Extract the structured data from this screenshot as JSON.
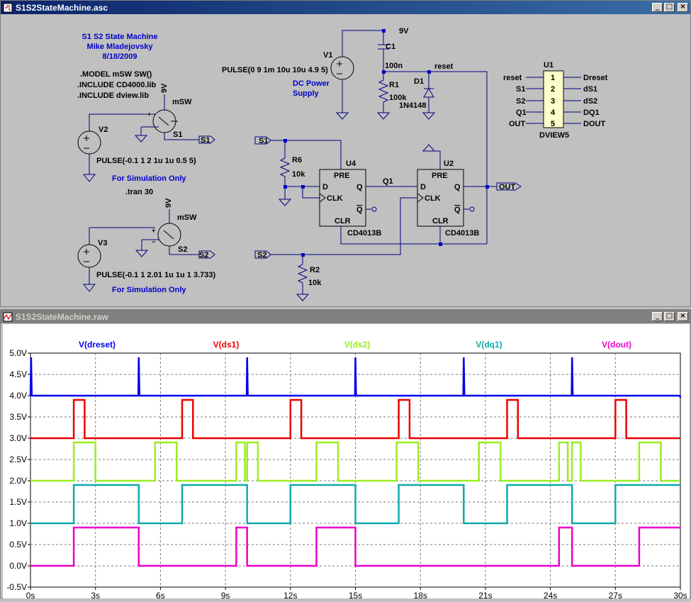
{
  "schematic_window": {
    "title": "S1S2StateMachine.asc",
    "buttons": {
      "minimize": "_",
      "maximize": "□",
      "close": "×"
    }
  },
  "waveform_window": {
    "title": "S1S2StateMachine.raw",
    "buttons": {
      "minimize": "_",
      "maximize": "□",
      "close": "×"
    }
  },
  "schematic": {
    "header": [
      "S1 S2 State Machine",
      "Mike Mladejovsky",
      "8/18/2009"
    ],
    "directives": [
      ".MODEL mSW SW()",
      ".INCLUDE CD4000.lib",
      ".INCLUDE dview.lib"
    ],
    "tran": ".tran 30",
    "sw1": {
      "supply": "9V",
      "model": "mSW",
      "name": "S1",
      "plus": "+",
      "minus": "−",
      "source": "V2",
      "pulse": "PULSE(-0.1 1 2 1u 1u 0.5 5)",
      "note": "For Simulation Only",
      "net": "S1"
    },
    "sw2": {
      "supply": "9V",
      "model": "mSW",
      "name": "S2",
      "plus": "+",
      "minus": "−",
      "source": "V3",
      "pulse": "PULSE(-0.1 1 2.01 1u 1u 1 3.733)",
      "note": "For Simulation Only",
      "net": "S2"
    },
    "v1": {
      "name": "V1",
      "pulse": "PULSE(0 9 1m 10u 10u 4.9 5)",
      "note1": "DC Power",
      "note2": "Supply",
      "rail": "9V"
    },
    "c1": {
      "name": "C1",
      "value": "100n"
    },
    "r1": {
      "name": "R1",
      "value": "100k"
    },
    "d1": {
      "name": "D1",
      "value": "1N4148"
    },
    "reset_net": "reset",
    "r6": {
      "name": "R6",
      "value": "10k"
    },
    "r2": {
      "name": "R2",
      "value": "10k"
    },
    "u4": {
      "name": "U4",
      "part": "CD4013B",
      "pre": "PRE",
      "clr": "CLR",
      "d": "D",
      "clk": "CLK",
      "q": "Q",
      "qbar": "Q"
    },
    "u2": {
      "name": "U2",
      "part": "CD4013B",
      "pre": "PRE",
      "clr": "CLR",
      "d": "D",
      "clk": "CLK",
      "q": "Q",
      "qbar": "Q"
    },
    "q1_net": "Q1",
    "out_net": "OUT",
    "s1_label": "S1",
    "s2_label": "S2",
    "u1": {
      "name": "U1",
      "part": "DVIEW5",
      "inputs": [
        "reset",
        "S1",
        "S2",
        "Q1",
        "OUT"
      ],
      "pins": [
        "1",
        "2",
        "3",
        "4",
        "5"
      ],
      "outputs": [
        "Dreset",
        "dS1",
        "dS2",
        "DQ1",
        "DOUT"
      ]
    }
  },
  "chart_data": {
    "type": "line",
    "xlim": [
      0,
      30
    ],
    "ylim": [
      -0.5,
      5.0
    ],
    "xticks": [
      0,
      3,
      6,
      9,
      12,
      15,
      18,
      21,
      24,
      27,
      30
    ],
    "xtick_labels": [
      "0s",
      "3s",
      "6s",
      "9s",
      "12s",
      "15s",
      "18s",
      "21s",
      "24s",
      "27s",
      "30s"
    ],
    "yticks": [
      -0.5,
      0.0,
      0.5,
      1.0,
      1.5,
      2.0,
      2.5,
      3.0,
      3.5,
      4.0,
      4.5,
      5.0
    ],
    "ytick_labels": [
      "-0.5V",
      "0.0V",
      "0.5V",
      "1.0V",
      "1.5V",
      "2.0V",
      "2.5V",
      "3.0V",
      "3.5V",
      "4.0V",
      "4.5V",
      "5.0V"
    ],
    "grid": true,
    "series": [
      {
        "name": "V(dreset)",
        "color": "#0000ee",
        "x": [
          0,
          0.03,
          0.06,
          4.98,
          5.0,
          5.03,
          9.98,
          10.0,
          10.03,
          14.98,
          15.0,
          15.03,
          19.98,
          20.0,
          20.03,
          24.98,
          25.0,
          25.03,
          29.98,
          30.0
        ],
        "y": [
          4.0,
          4.9,
          4.0,
          4.0,
          4.9,
          4.0,
          4.0,
          4.9,
          4.0,
          4.0,
          4.9,
          4.0,
          4.0,
          4.9,
          4.0,
          4.0,
          4.9,
          4.0,
          4.0,
          3.95
        ]
      },
      {
        "name": "V(ds1)",
        "color": "#ee0000",
        "x": [
          0,
          2.0,
          2.0,
          2.5,
          2.5,
          7.0,
          7.0,
          7.5,
          7.5,
          12.0,
          12.0,
          12.5,
          12.5,
          17.0,
          17.0,
          17.5,
          17.5,
          22.0,
          22.0,
          22.5,
          22.5,
          27.0,
          27.0,
          27.5,
          27.5,
          30.0
        ],
        "y": [
          3.0,
          3.0,
          3.9,
          3.9,
          3.0,
          3.0,
          3.9,
          3.9,
          3.0,
          3.0,
          3.9,
          3.9,
          3.0,
          3.0,
          3.9,
          3.9,
          3.0,
          3.0,
          3.9,
          3.9,
          3.0,
          3.0,
          3.9,
          3.9,
          3.0,
          3.0
        ]
      },
      {
        "name": "V(ds2)",
        "color": "#99ee22",
        "x": [
          0,
          2.0,
          2.0,
          3.0,
          3.0,
          5.75,
          5.75,
          6.75,
          6.75,
          9.5,
          9.5,
          9.9,
          9.9,
          10.0,
          10.0,
          10.5,
          10.5,
          13.2,
          13.2,
          14.2,
          14.2,
          16.9,
          16.9,
          17.9,
          17.9,
          20.7,
          20.7,
          21.7,
          21.7,
          24.4,
          24.4,
          24.8,
          24.8,
          25.0,
          25.0,
          25.4,
          25.4,
          28.1,
          28.1,
          29.1,
          29.1,
          30.0
        ],
        "y": [
          2.0,
          2.0,
          2.9,
          2.9,
          2.0,
          2.0,
          2.9,
          2.9,
          2.0,
          2.0,
          2.9,
          2.9,
          2.0,
          2.0,
          2.9,
          2.9,
          2.0,
          2.0,
          2.9,
          2.9,
          2.0,
          2.0,
          2.9,
          2.9,
          2.0,
          2.0,
          2.9,
          2.9,
          2.0,
          2.0,
          2.9,
          2.9,
          2.0,
          2.0,
          2.9,
          2.9,
          2.0,
          2.0,
          2.9,
          2.9,
          2.0,
          2.0
        ]
      },
      {
        "name": "V(dq1)",
        "color": "#11aaaa",
        "x": [
          0,
          2.0,
          2.0,
          5.0,
          5.0,
          7.0,
          7.0,
          10.0,
          10.0,
          12.0,
          12.0,
          15.0,
          15.0,
          17.0,
          17.0,
          20.0,
          20.0,
          22.0,
          22.0,
          25.0,
          25.0,
          27.0,
          27.0,
          30.0
        ],
        "y": [
          1.0,
          1.0,
          1.9,
          1.9,
          1.0,
          1.0,
          1.9,
          1.9,
          1.0,
          1.0,
          1.9,
          1.9,
          1.0,
          1.0,
          1.9,
          1.9,
          1.0,
          1.0,
          1.9,
          1.9,
          1.0,
          1.0,
          1.9,
          1.9
        ]
      },
      {
        "name": "V(dout)",
        "color": "#ee00cc",
        "x": [
          0,
          2.0,
          2.0,
          5.0,
          5.0,
          9.5,
          9.5,
          10.0,
          10.0,
          13.2,
          13.2,
          15.0,
          15.0,
          24.4,
          24.4,
          25.0,
          25.0,
          28.1,
          28.1,
          30.0
        ],
        "y": [
          0.0,
          0.0,
          0.9,
          0.9,
          0.0,
          0.0,
          0.9,
          0.9,
          0.0,
          0.0,
          0.9,
          0.9,
          0.0,
          0.0,
          0.9,
          0.9,
          0.0,
          0.0,
          0.9,
          0.9
        ]
      }
    ]
  }
}
